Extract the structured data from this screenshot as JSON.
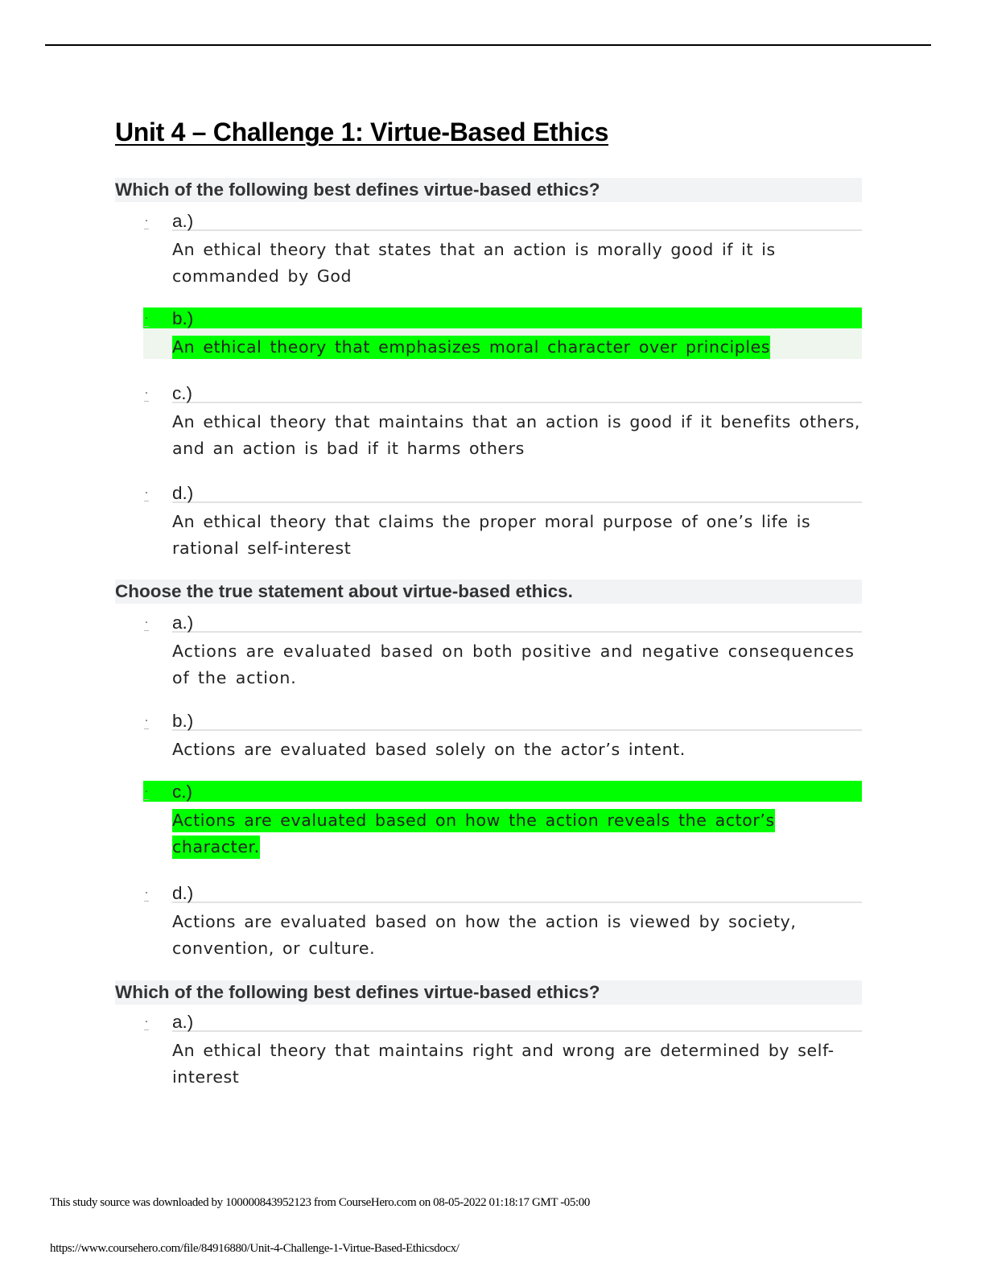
{
  "document": {
    "title": "Unit 4 – Challenge 1: Virtue-Based Ethics"
  },
  "questions": [
    {
      "text": "Which of the following best defines virtue-based ethics?",
      "options": [
        {
          "letter": "a.)",
          "text": "An ethical theory that states that an action is morally good if it is commanded by God",
          "correct": false
        },
        {
          "letter": "b.)",
          "text": "An ethical theory that emphasizes moral character over principles",
          "correct": true
        },
        {
          "letter": "c.)",
          "text": "An ethical theory that maintains that an action is good if it benefits others, and an action is bad if it harms others",
          "correct": false
        },
        {
          "letter": "d.)",
          "text": "An ethical theory that claims the proper moral purpose of one’s life is rational self-interest",
          "correct": false
        }
      ]
    },
    {
      "text": "Choose the true statement about virtue-based ethics.",
      "options": [
        {
          "letter": "a.)",
          "text": "Actions are evaluated based on both positive and negative consequences of the action.",
          "correct": false
        },
        {
          "letter": "b.)",
          "text": "Actions are evaluated based solely on the actor’s intent.",
          "correct": false
        },
        {
          "letter": "c.)",
          "text": "Actions are evaluated based on how the action reveals the actor’s character.",
          "correct": true
        },
        {
          "letter": "d.)",
          "text": "Actions are evaluated based on how the action is viewed by society, convention, or culture.",
          "correct": false
        }
      ]
    },
    {
      "text": "Which of the following best defines virtue-based ethics?",
      "options": [
        {
          "letter": "a.)",
          "text": "An ethical theory that maintains right and wrong are determined by self-interest",
          "correct": false
        }
      ]
    }
  ],
  "footer": {
    "source_note": "This study source was downloaded by 100000843952123 from CourseHero.com on 08-05-2022 01:18:17 GMT -05:00",
    "url": "https://www.coursehero.com/file/84916880/Unit-4-Challenge-1-Virtue-Based-Ethicsdocx/"
  }
}
